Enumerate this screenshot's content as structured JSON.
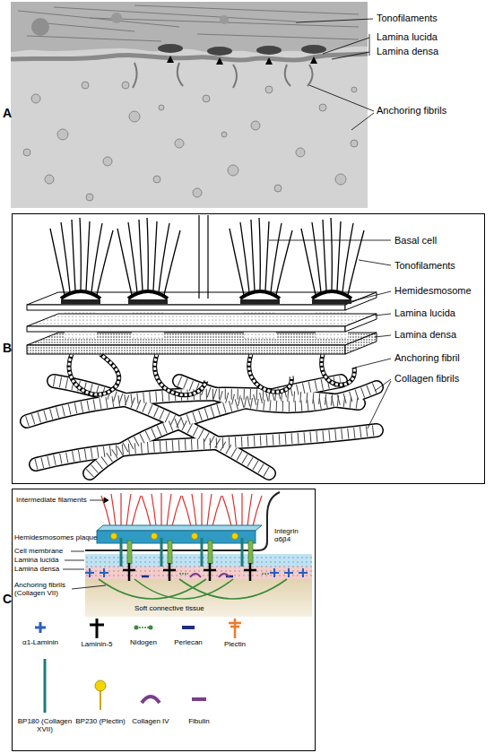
{
  "diagram": {
    "labels": [
      "Tonofilaments",
      "Lamina lucida",
      "Lamina densa",
      "Anchoring fibrils",
      "A",
      "Basal cell",
      "Tonofilaments",
      "Hemidesmosome",
      "Lamina lucida",
      "Lamina densa",
      "Anchoring fibril",
      "Collagen fibrils",
      "B",
      "Intermediate filaments",
      "Hemidesmosomes plaque",
      "Integrin α6β4",
      "Cell membrane",
      "Lamina lucida",
      "Lamina densa",
      "Anchoring fibrils (Collagen VII)",
      "Soft connective tissue",
      "C"
    ],
    "legend": [
      {
        "text": "α1-Laminin"
      },
      {
        "text": "Laminin-5"
      },
      {
        "text": "Nidogen"
      },
      {
        "text": "Perlecan"
      },
      {
        "text": "Plectin"
      },
      {
        "text": "BP180 (Collagen XVII)"
      },
      {
        "text": "BP230 (Plectin)"
      },
      {
        "text": "Collagen IV"
      },
      {
        "text": "Fibulin"
      }
    ]
  }
}
